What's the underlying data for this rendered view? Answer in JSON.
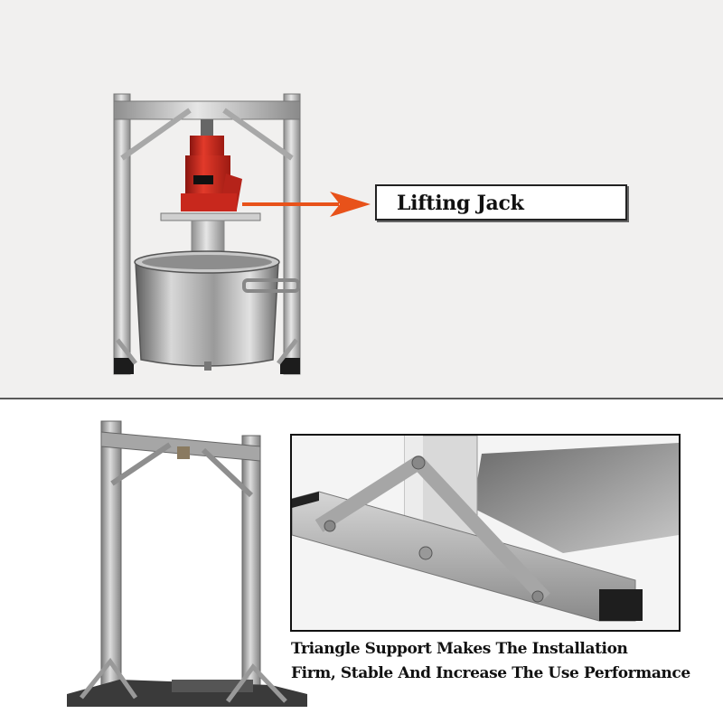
{
  "callout": {
    "label": "Lifting Jack"
  },
  "caption": {
    "line1": "Triangle Support Makes The Installation",
    "line2": "Firm, Stable And Increase The Use Performance"
  },
  "colors": {
    "background_top": "#f1f0ef",
    "steel": "#b9b9b9",
    "jack_red": "#c8281d",
    "arrow_orange": "#e8521a",
    "frame_border": "#111111"
  }
}
